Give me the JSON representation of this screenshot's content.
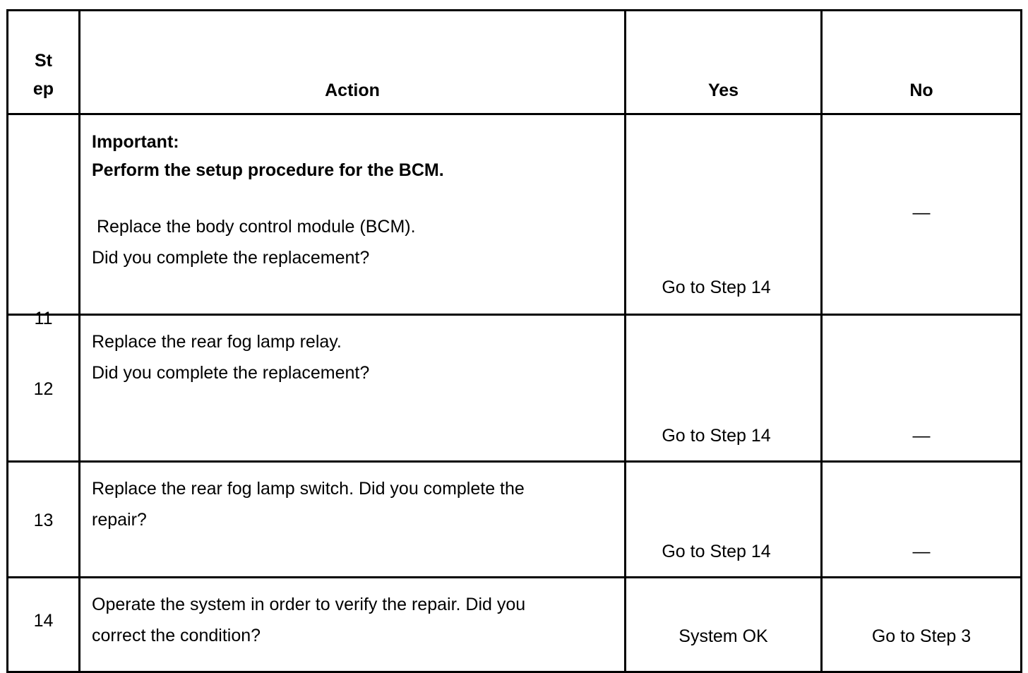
{
  "headers": {
    "step_line1": "St",
    "step_line2": "ep",
    "action": "Action",
    "yes": "Yes",
    "no": "No"
  },
  "rows": [
    {
      "step": "11",
      "important_label": "Important:",
      "important_text": "Perform the setup procedure for the BCM.",
      "action_lines": [
        " Replace the body control module (BCM).",
        "Did you complete the replacement?"
      ],
      "yes": "Go to Step 14",
      "no": "—"
    },
    {
      "step": "12",
      "action_lines": [
        "Replace the rear fog lamp relay.",
        "Did you complete the replacement?"
      ],
      "yes": "Go to Step 14",
      "no": "—"
    },
    {
      "step": "13",
      "action_lines": [
        "Replace the rear fog lamp switch. Did you complete the",
        "repair?"
      ],
      "yes": "Go to Step 14",
      "no": "—"
    },
    {
      "step": "14",
      "action_lines": [
        "Operate the system in order to verify the repair. Did you",
        "correct the condition?"
      ],
      "yes": "System OK",
      "no": "Go to Step 3"
    }
  ]
}
